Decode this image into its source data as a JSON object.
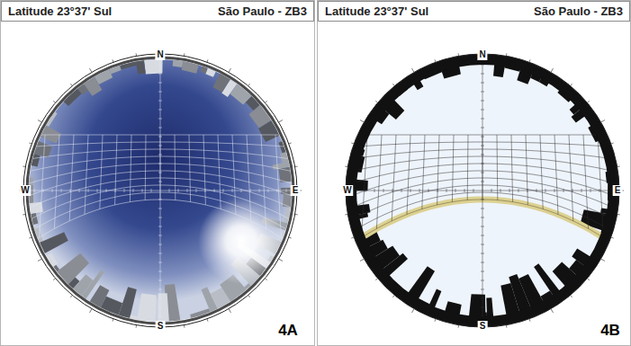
{
  "diagram": {
    "nodes": [
      {
        "text": [
          "Latitude 23°37' Sul",
          "São Paulo - ZB3"
        ]
      },
      {
        "text": [
          "Latitude 23°37' Sul",
          "São Paulo - ZB3"
        ]
      }
    ],
    "labels": [
      "N",
      "W",
      "E",
      "S",
      "4A",
      "N",
      "W",
      "E",
      "S",
      "4B"
    ]
  }
}
